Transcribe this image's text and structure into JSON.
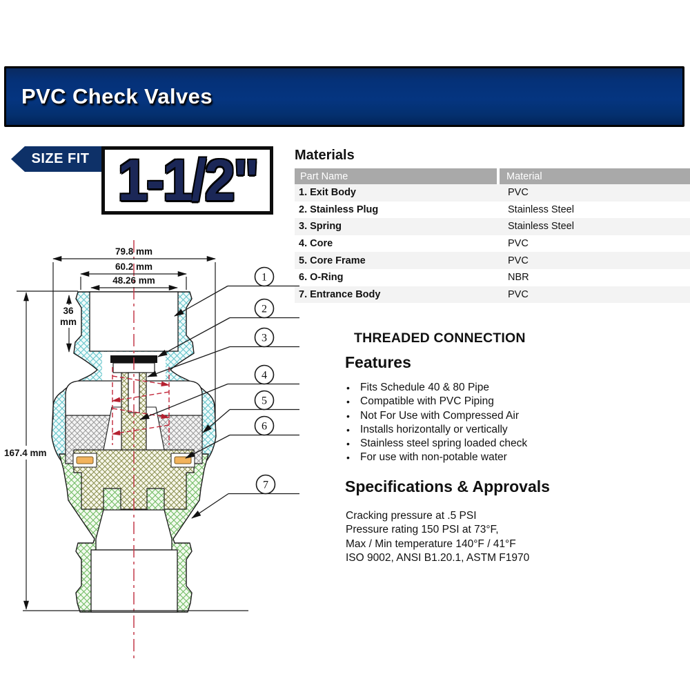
{
  "banner": {
    "title": "PVC Check Valves"
  },
  "size_fit": {
    "label": "SIZE FIT",
    "value": "1-1/2\""
  },
  "materials": {
    "title": "Materials",
    "columns": [
      "Part Name",
      "Material"
    ],
    "rows": [
      {
        "part": "1. Exit Body",
        "material": "PVC"
      },
      {
        "part": "2. Stainless Plug",
        "material": "Stainless Steel"
      },
      {
        "part": "3. Spring",
        "material": "Stainless Steel"
      },
      {
        "part": "4. Core",
        "material": "PVC"
      },
      {
        "part": "5. Core Frame",
        "material": "PVC"
      },
      {
        "part": "6. O-Ring",
        "material": "NBR"
      },
      {
        "part": "7. Entrance Body",
        "material": "PVC"
      }
    ]
  },
  "connection": {
    "title": "THREADED CONNECTION"
  },
  "features": {
    "title": "Features",
    "items": [
      "Fits Schedule 40 & 80 Pipe",
      "Compatible with PVC Piping",
      "Not For Use with Compressed Air",
      "Installs horizontally or vertically",
      "Stainless steel spring loaded check",
      "For use with non-potable water"
    ]
  },
  "specs": {
    "title": "Specifications & Approvals",
    "lines": [
      "Cracking pressure at .5 PSI",
      "Pressure rating 150 PSI at 73°F,",
      "Max / Min temperature 140°F / 41°F",
      "ISO 9002, ANSI B1.20.1, ASTM F1970"
    ]
  },
  "diagram": {
    "dimensions": {
      "overall_width": "79.8 mm",
      "outer_width": "60.2 mm",
      "bore_width": "48.26 mm",
      "socket_depth_value": "36",
      "socket_depth_unit": "mm",
      "overall_height": "167.4 mm"
    },
    "callouts": [
      {
        "n": "1"
      },
      {
        "n": "2"
      },
      {
        "n": "3"
      },
      {
        "n": "4"
      },
      {
        "n": "5"
      },
      {
        "n": "6"
      },
      {
        "n": "7"
      }
    ],
    "colors": {
      "exit_body_hatch": "#5ec2ca",
      "entrance_body_hatch": "#6db95f",
      "core_hatch": "#8b8f50",
      "frame_hatch": "#9b9b9b",
      "oring": "#f2b35c",
      "centerline": "#c43848"
    }
  }
}
